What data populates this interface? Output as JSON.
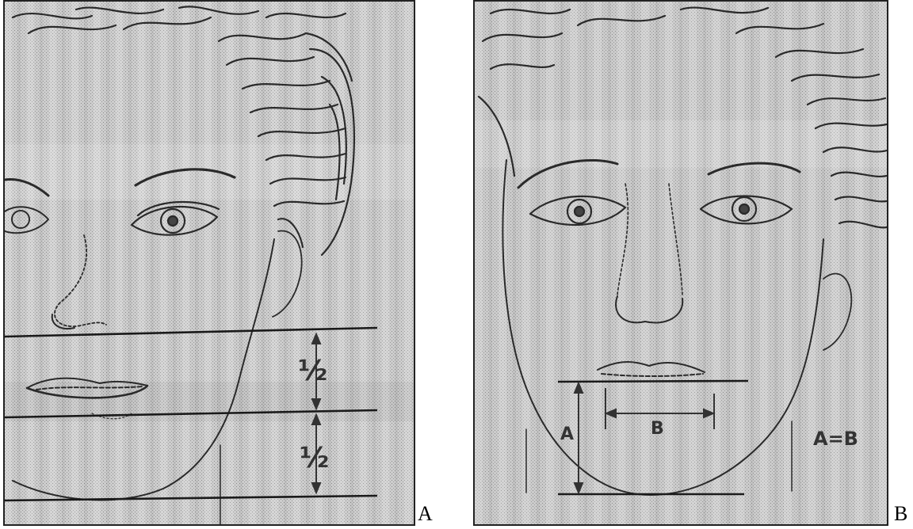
{
  "panels": {
    "a": {
      "label": "A",
      "half_upper": "½",
      "half_lower": "½"
    },
    "b": {
      "label": "B",
      "measure_a": "A",
      "measure_b": "B",
      "equation": "A=B"
    }
  },
  "colors": {
    "background": "#ffffff",
    "paper": "#c9c9c9",
    "ink": "#2a2a2a"
  }
}
